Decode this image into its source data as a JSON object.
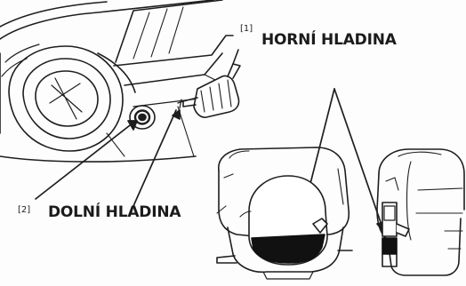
{
  "figure": {
    "callouts": [
      {
        "number": "[1]",
        "label": "HORNÍ HLADINA"
      },
      {
        "number": "[2]",
        "label": "DOLNÍ HLADINA"
      }
    ]
  },
  "colors": {
    "line": "#1e1e1e",
    "oil": "#111111",
    "background": "#fdfdfd"
  }
}
